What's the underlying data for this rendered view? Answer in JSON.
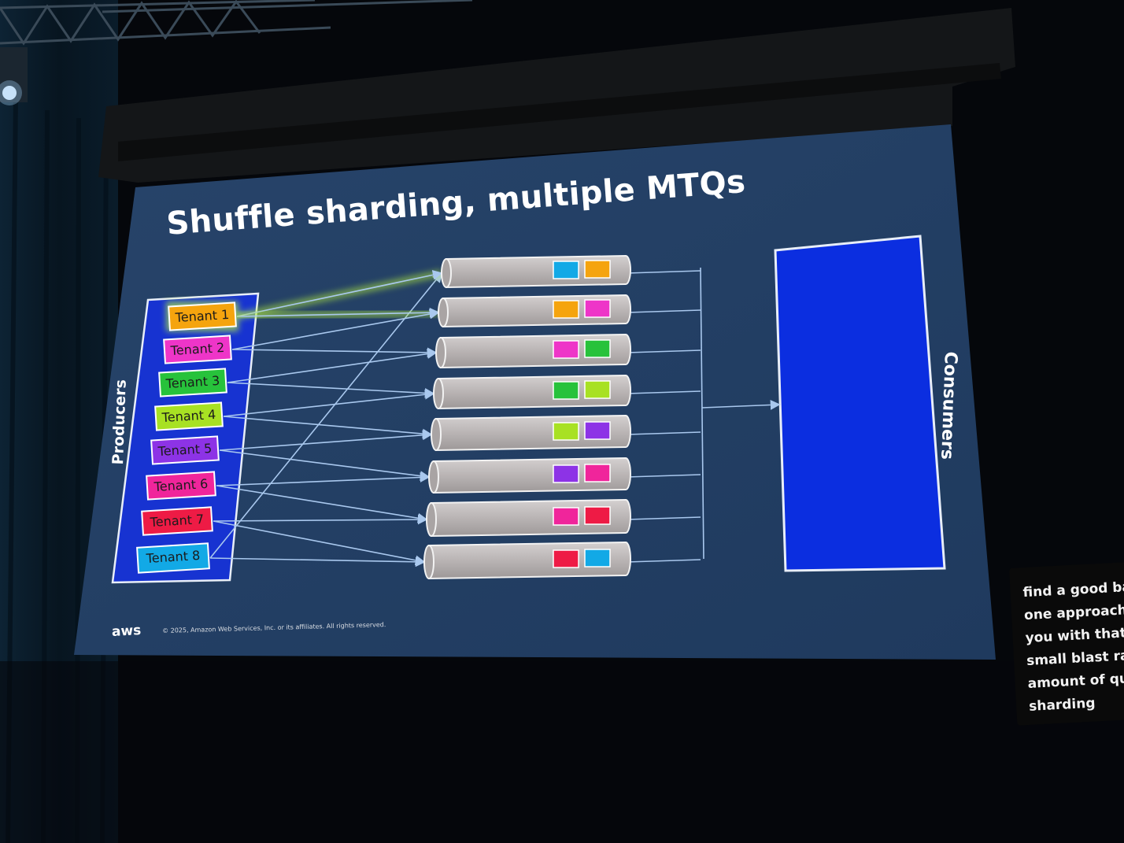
{
  "slide": {
    "title": "Shuffle sharding, multiple MTQs",
    "producers_label": "Producers",
    "consumers_label": "Consumers",
    "logo_text": "aws",
    "copyright": "© 2025, Amazon Web Services, Inc. or its affiliates. All rights reserved."
  },
  "tenants": [
    {
      "label": "Tenant 1",
      "color": "#f5a40e"
    },
    {
      "label": "Tenant 2",
      "color": "#ee35c8"
    },
    {
      "label": "Tenant 3",
      "color": "#27c23b"
    },
    {
      "label": "Tenant 4",
      "color": "#a8e123"
    },
    {
      "label": "Tenant 5",
      "color": "#8d33e6"
    },
    {
      "label": "Tenant 6",
      "color": "#f0259b"
    },
    {
      "label": "Tenant 7",
      "color": "#ee1b45"
    },
    {
      "label": "Tenant 8",
      "color": "#12a9e6"
    }
  ],
  "queues": [
    {
      "tenants": [
        "Tenant 8",
        "Tenant 1"
      ]
    },
    {
      "tenants": [
        "Tenant 1",
        "Tenant 2"
      ]
    },
    {
      "tenants": [
        "Tenant 2",
        "Tenant 3"
      ]
    },
    {
      "tenants": [
        "Tenant 3",
        "Tenant 4"
      ]
    },
    {
      "tenants": [
        "Tenant 4",
        "Tenant 5"
      ]
    },
    {
      "tenants": [
        "Tenant 5",
        "Tenant 6"
      ]
    },
    {
      "tenants": [
        "Tenant 6",
        "Tenant 7"
      ]
    },
    {
      "tenants": [
        "Tenant 7",
        "Tenant 8"
      ]
    }
  ],
  "colors": {
    "slide_bg": "#243f63",
    "producer_panel": "#1733d1",
    "consumer_panel": "#0b2ee0",
    "queue_body": "#bdb8b8",
    "arrow": "#a9c8ee",
    "highlight": "#b6f03c"
  },
  "caption": {
    "lines": [
      "find a good bal",
      "one approach t",
      "you with that.",
      "small blast ra",
      "amount of qu",
      "sharding"
    ]
  }
}
